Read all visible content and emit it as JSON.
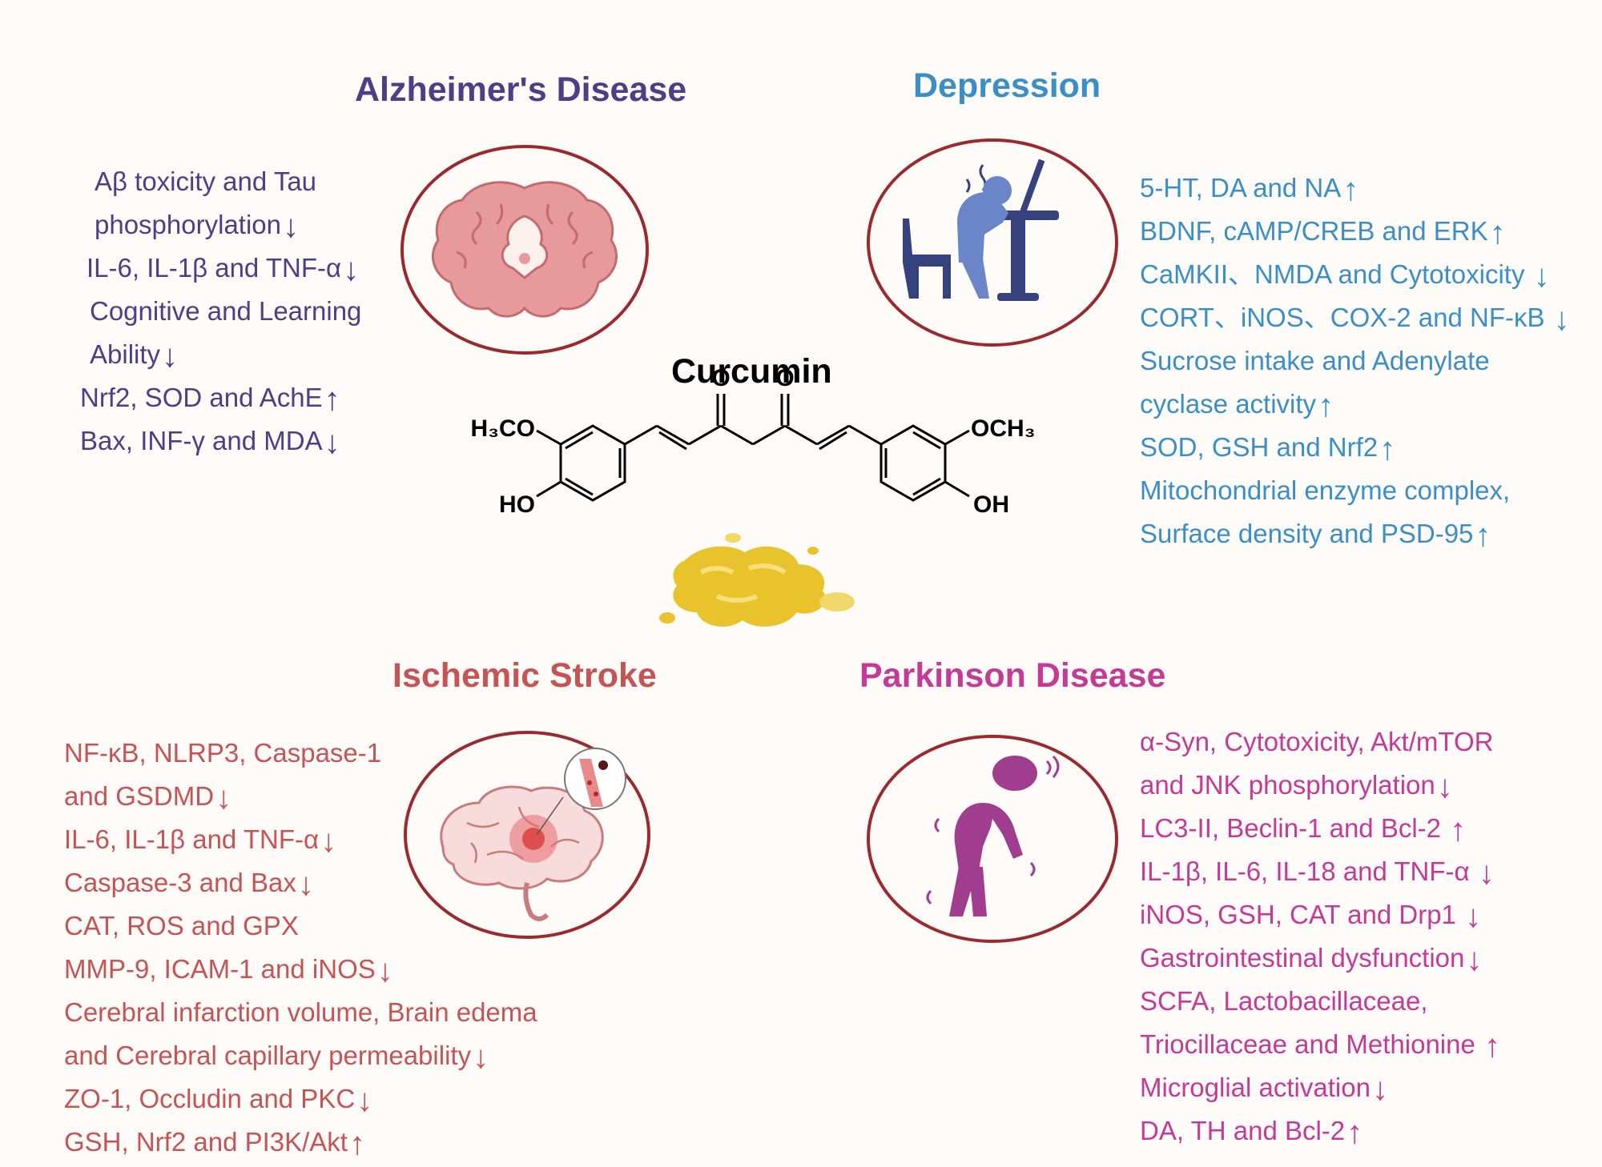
{
  "alzheimers": {
    "title": "Alzheimer's Disease",
    "items": [
      {
        "text": "Aβ toxicity and Tau",
        "arrow": ""
      },
      {
        "text": "phosphorylation",
        "arrow": "↓"
      },
      {
        "text": "IL-6,  IL-1β and TNF-α",
        "arrow": "↓"
      },
      {
        "text": "Cognitive and Learning",
        "arrow": ""
      },
      {
        "text": "Ability",
        "arrow": "↓"
      },
      {
        "text": "Nrf2, SOD and AchE",
        "arrow": "↑"
      },
      {
        "text": "Bax, INF-γ and MDA",
        "arrow": "↓"
      }
    ]
  },
  "depression": {
    "title": "Depression",
    "items": [
      {
        "text": "5-HT, DA  and NA",
        "arrow": "↑"
      },
      {
        "text": "BDNF, cAMP/CREB and ERK",
        "arrow": "↑"
      },
      {
        "text": "CaMKII、NMDA and Cytotoxicity ",
        "arrow": "↓"
      },
      {
        "text": "CORT、iNOS、COX-2 and NF-κB   ",
        "arrow": "↓"
      },
      {
        "text": "Sucrose intake and Adenylate",
        "arrow": ""
      },
      {
        "text": "cyclase activity",
        "arrow": "↑"
      },
      {
        "text": "SOD, GSH and Nrf2",
        "arrow": "↑"
      },
      {
        "text": "Mitochondrial enzyme complex,",
        "arrow": ""
      },
      {
        "text": "Surface density and PSD-95",
        "arrow": "↑"
      }
    ]
  },
  "stroke": {
    "title": "Ischemic Stroke",
    "items": [
      {
        "text": "NF-κB, NLRP3, Caspase-1",
        "arrow": ""
      },
      {
        "text": "and GSDMD",
        "arrow": "↓"
      },
      {
        "text": "IL-6, IL-1β and TNF-α",
        "arrow": "↓"
      },
      {
        "text": "Caspase-3 and Bax",
        "arrow": "↓"
      },
      {
        "text": " CAT,  ROS and GPX",
        "arrow": ""
      },
      {
        "text": "MMP-9, ICAM-1 and iNOS",
        "arrow": "↓"
      },
      {
        "text": "Cerebral infarction volume,  Brain edema",
        "arrow": ""
      },
      {
        "text": "and Cerebral capillary permeability",
        "arrow": "↓"
      },
      {
        "text": "ZO-1, Occludin and PKC",
        "arrow": "↓"
      },
      {
        "text": "GSH, Nrf2 and PI3K/Akt",
        "arrow": "↑"
      }
    ]
  },
  "parkinson": {
    "title": "Parkinson Disease",
    "items": [
      {
        "text": "α-Syn, Cytotoxicity, Akt/mTOR",
        "arrow": ""
      },
      {
        "text": "and JNK phosphorylation",
        "arrow": "↓"
      },
      {
        "text": "LC3-II, Beclin-1 and Bcl-2 ",
        "arrow": "↑"
      },
      {
        "text": "IL-1β, IL-6, IL-18 and TNF-α ",
        "arrow": "↓"
      },
      {
        "text": "iNOS, GSH, CAT and Drp1 ",
        "arrow": "↓"
      },
      {
        "text": "Gastrointestinal dysfunction",
        "arrow": "↓"
      },
      {
        "text": "SCFA, Lactobacillaceae,",
        "arrow": ""
      },
      {
        "text": "Triocillaceae and Methionine ",
        "arrow": "↑"
      },
      {
        "text": " Microglial activation",
        "arrow": "↓"
      },
      {
        "text": "DA, TH and Bcl-2",
        "arrow": "↑"
      }
    ]
  },
  "curcumin": {
    "label": "Curcumin",
    "atoms": {
      "o_left": "O",
      "o_right": "O",
      "h3co": "H₃CO",
      "och3": "OCH₃",
      "ho": "HO",
      "oh": "OH"
    }
  },
  "icons": {
    "alzheimers": "brain-section-icon",
    "depression": "depressed-person-at-desk-icon",
    "stroke": "brain-stroke-icon",
    "parkinson": "tremor-person-icon"
  },
  "colors": {
    "alzheimers": "#4b3f86",
    "depression": "#3a8fc7",
    "stroke": "#c55454",
    "parkinson": "#c43a97",
    "circle_border": "#9b2a2f",
    "turmeric": "#e8c32c"
  }
}
